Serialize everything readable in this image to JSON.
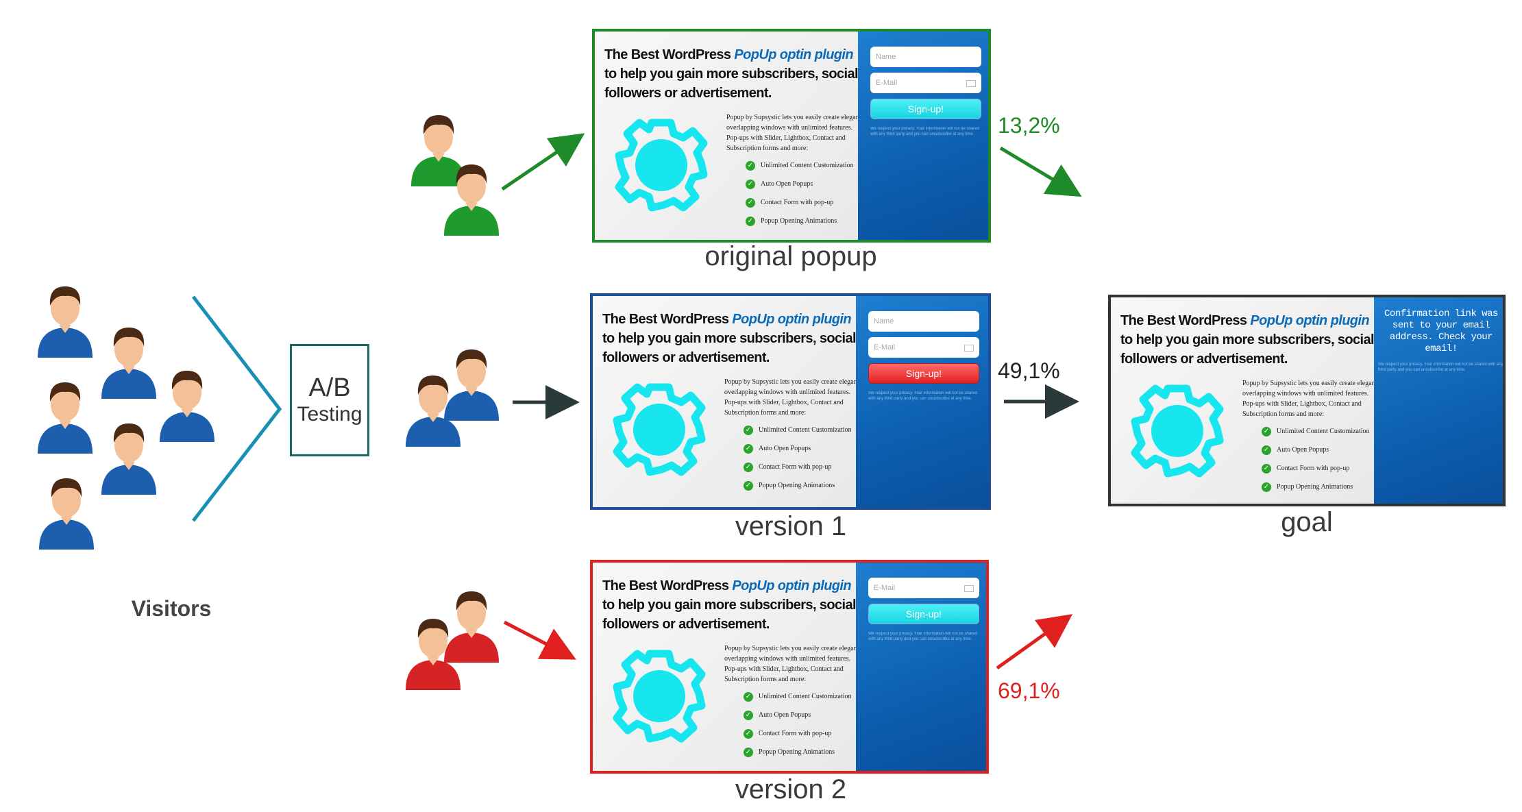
{
  "colors": {
    "green": "#1f8a2a",
    "blue": "#1b4f9c",
    "red": "#e01f1f",
    "dark": "#333333",
    "dark_arrow": "#2a3a3a",
    "teal_line": "#1a8fb4",
    "ab_border": "#1a6b63",
    "person_blue": "#1d5fae",
    "person_green": "#1e9a2e",
    "person_red": "#d62222",
    "skin": "#f3c098",
    "hair": "#4a2a14",
    "gear": "#17e6ef",
    "pct_green": "#1f8a2a",
    "pct_dark": "#222222",
    "pct_red": "#e01f1f"
  },
  "icons": [
    "visitor-person-icon",
    "gear-icon",
    "check-icon",
    "mail-icon",
    "arrow-icon"
  ],
  "visitors": {
    "label": "Visitors"
  },
  "ab": {
    "title": "A/B",
    "subtitle": "Testing"
  },
  "popup_text": {
    "headline_pre": "The Best WordPress ",
    "headline_highlight": "PopUp optin plugin",
    "headline_post": " to help you gain more subscribers, social followers or advertisement.",
    "description": "Popup by Supsystic lets you easily create elegant overlapping windows with unlimited features. Pop-ups with Slider, Lightbox, Contact and Subscription forms and more:",
    "features": [
      "Unlimited Content Customization",
      "Auto Open Popups",
      "Contact Form with pop-up",
      "Popup Opening Animations"
    ],
    "name_placeholder": "Name",
    "email_placeholder": "E-Mail",
    "signup": "Sign-up!",
    "fine_print": "We respect your privacy. Your information will not be shared with any third party and you can unsubscribe at any time.",
    "confirm": "Confirmation link was sent to your email address. Check your email!"
  },
  "original": {
    "caption": "original popup",
    "rate": "13,2%"
  },
  "version1": {
    "caption": "version 1",
    "rate": "49,1%"
  },
  "version2": {
    "caption": "version 2",
    "rate": "69,1%"
  },
  "goal": {
    "caption": "goal"
  }
}
